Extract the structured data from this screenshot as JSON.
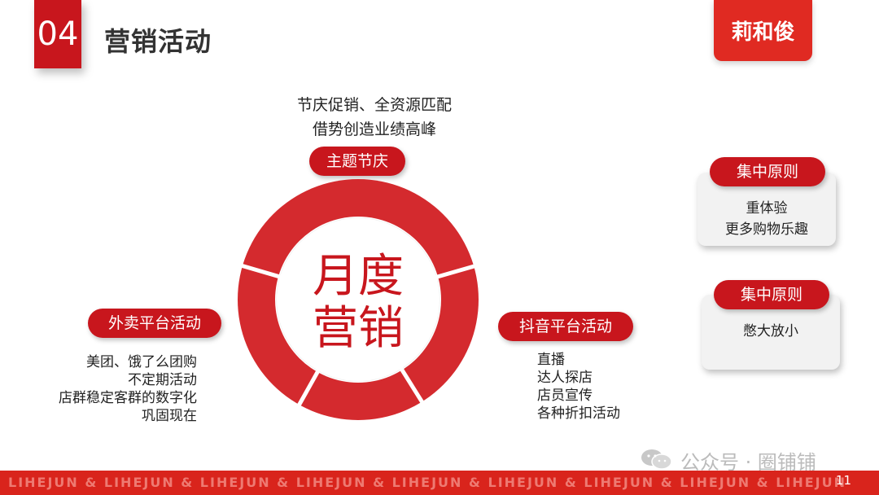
{
  "header": {
    "number": "04",
    "title": "营销活动",
    "brand": "莉和俊"
  },
  "center": {
    "line1": "月度",
    "line2": "营销"
  },
  "top": {
    "label": "主题节庆",
    "lines": [
      "节庆促销、全资源匹配",
      "借势创造业绩高峰"
    ]
  },
  "left": {
    "label": "外卖平台活动",
    "lines": [
      "美团、饿了么团购",
      "不定期活动",
      "店群稳定客群的数字化",
      "巩固现在"
    ]
  },
  "right": {
    "label": "抖音平台活动",
    "lines": [
      "直播",
      "达人探店",
      "店员宣传",
      "各种折扣活动"
    ]
  },
  "cards": [
    {
      "label": "集中原则",
      "lines": [
        "重体验",
        "更多购物乐趣"
      ]
    },
    {
      "label": "集中原则",
      "lines": [
        "憋大放小"
      ]
    }
  ],
  "watermark": "公众号 · 圈铺铺",
  "footer": {
    "text": "LIHEJUN & LIHEJUN & LIHEJUN & LIHEJUN & LIHEJUN & LIHEJUN & LIHEJUN & LIHEJUN & LIHEJUN",
    "page": "11"
  },
  "colors": {
    "accent": "#c8161d",
    "brand": "#e02a22",
    "card_bg": "#f2f2f2"
  }
}
